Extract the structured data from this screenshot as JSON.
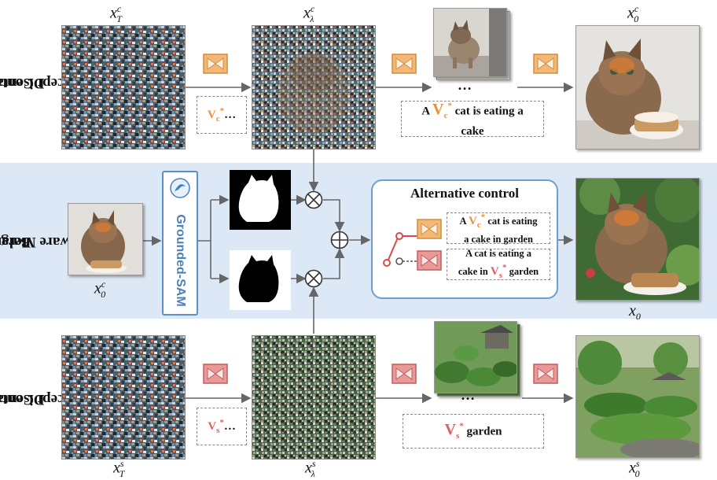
{
  "rows": {
    "top": {
      "side_label_1": "Disentangled",
      "side_label_2": "Concept Control",
      "token_text": "…",
      "prompt_pre": "A",
      "prompt_post_line1": "cat is eating a",
      "prompt_post_line2": "cake",
      "ellipsis": "…"
    },
    "middle": {
      "side_label_1": "Balance-",
      "side_label_2": "Aware Merge",
      "segmenter_label": "Grounded-SAM",
      "alt_title": "Alternative control",
      "alt_option1_pre": "A",
      "alt_option1_post": "cat is eating",
      "alt_option1_line2": "a cake in garden",
      "alt_option2_line1": "A cat is eating a",
      "alt_option2_pre": "cake in",
      "alt_option2_post": "garden"
    },
    "bottom": {
      "side_label_1": "Disentangled",
      "side_label_2": "Concept Control",
      "token_text": "…",
      "prompt_post": "garden",
      "ellipsis": "…"
    }
  },
  "symbols": {
    "V": "V",
    "c_sub": "c",
    "s_sub": "s",
    "star": "*",
    "x": "x",
    "T": "T",
    "lambda": "λ",
    "zero": "0",
    "c": "c",
    "s": "s"
  },
  "colors": {
    "concept_orange": "#e8913c",
    "style_red": "#e06060",
    "band_blue": "#dce8f5",
    "accent_blue": "#5a8fc8"
  },
  "icons": [
    "bowtie-model-icon",
    "multiply-icon",
    "add-icon",
    "switch-icon",
    "grounded-sam-logo-icon"
  ]
}
